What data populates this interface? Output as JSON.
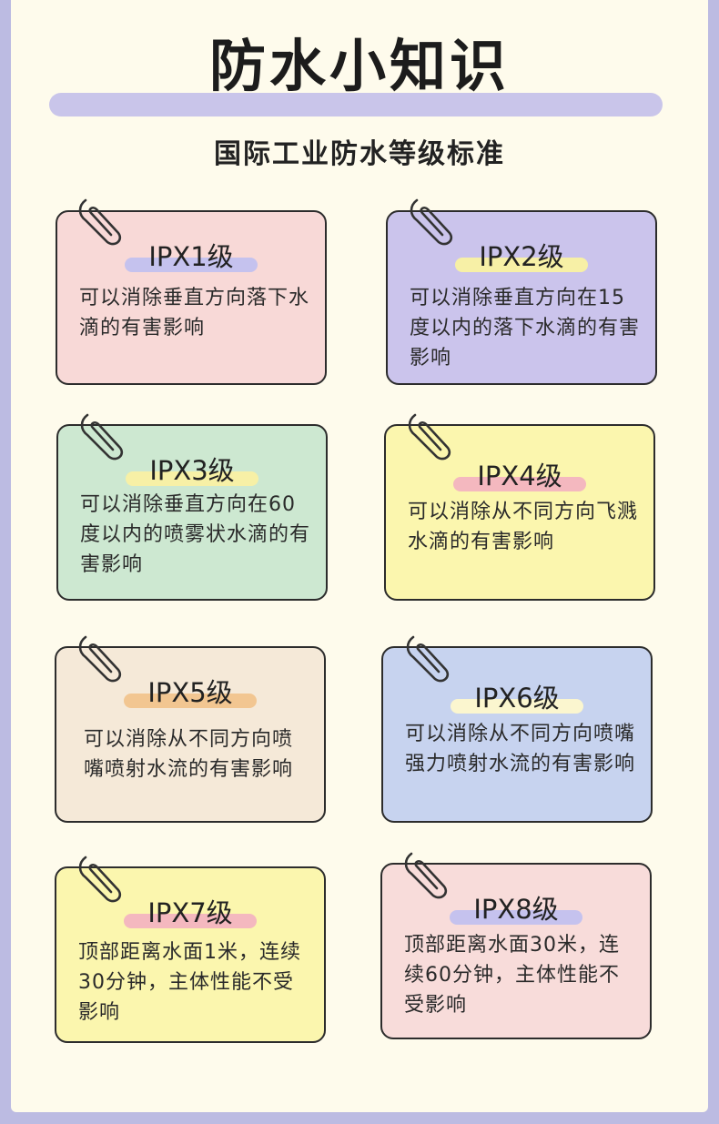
{
  "header": {
    "title": "防水小知识",
    "subtitle": "国际工业防水等级标准"
  },
  "cards": [
    {
      "label": "IPX1级",
      "text": "可以消除垂直方向落下水滴的有害影响",
      "bg": "#f8d9d7",
      "highlight": "#c5c2ee"
    },
    {
      "label": "IPX2级",
      "text": "可以消除垂直方向在15度以内的落下水滴的有害影响",
      "bg": "#cbc4ec",
      "highlight": "#f7f0a6"
    },
    {
      "label": "IPX3级",
      "text": "可以消除垂直方向在60度以内的喷雾状水滴的有害影响",
      "bg": "#cde8d1",
      "highlight": "#f7f0a6"
    },
    {
      "label": "IPX4级",
      "text": "可以消除从不同方向飞溅水滴的有害影响",
      "bg": "#fbf6ae",
      "highlight": "#f4b8bf"
    },
    {
      "label": "IPX5级",
      "text": "可以消除从不同方向喷嘴喷射水流的有害影响",
      "bg": "#f5e9d8",
      "highlight": "#f2c691"
    },
    {
      "label": "IPX6级",
      "text": "可以消除从不同方向喷嘴强力喷射水流的有害影响",
      "bg": "#c7d3ef",
      "highlight": "#fbf6cf"
    },
    {
      "label": "IPX7级",
      "text": "顶部距离水面1米，连续30分钟，主体性能不受影响",
      "bg": "#fbf6ae",
      "highlight": "#f4b8bf"
    },
    {
      "label": "IPX8级",
      "text": "顶部距离水面30米，连续60分钟，主体性能不受影响",
      "bg": "#f8dcda",
      "highlight": "#c5c2ee"
    }
  ]
}
